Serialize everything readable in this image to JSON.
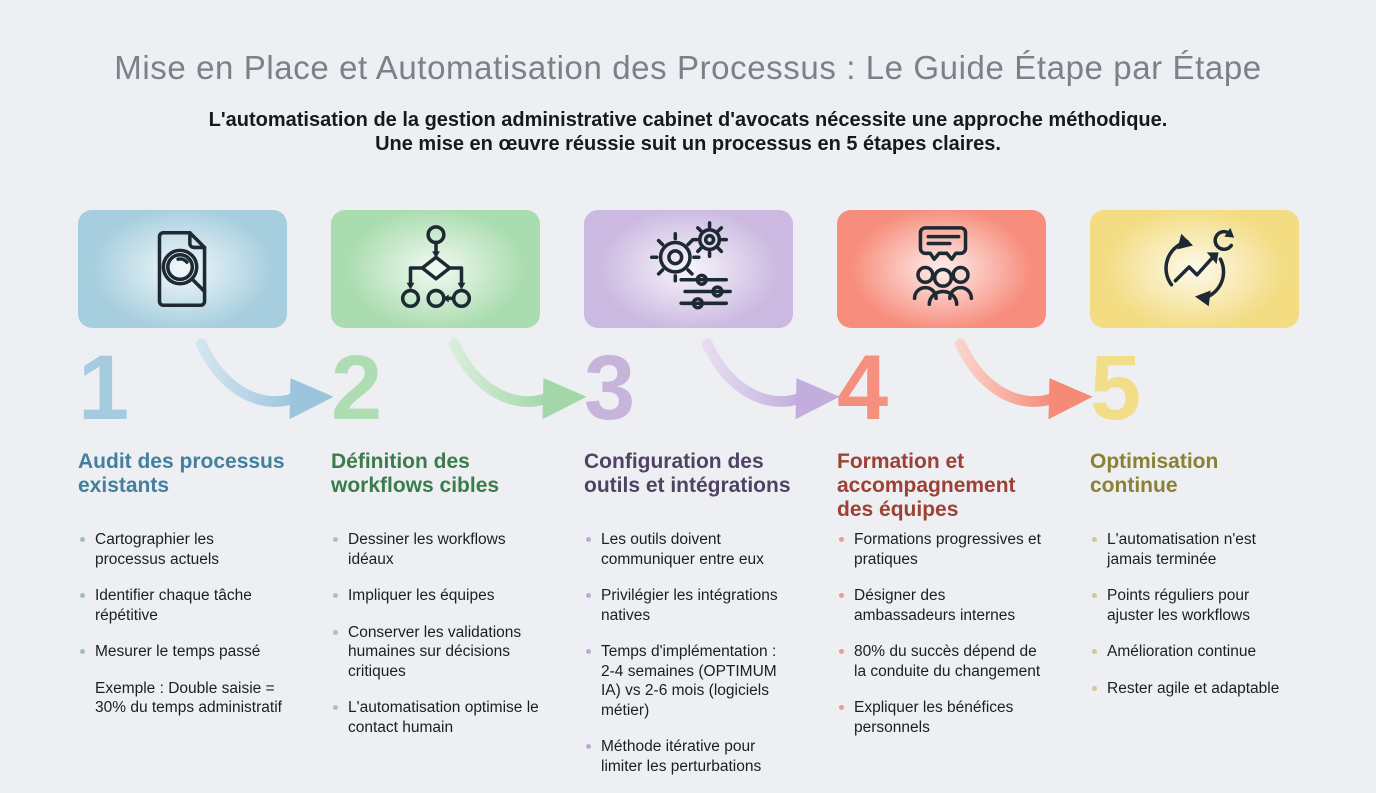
{
  "page": {
    "background_color": "#edeff2",
    "title": "Mise en Place et Automatisation des Processus : Le Guide Étape par Étape",
    "title_color": "#7b818b",
    "subtitle_line1": "L'automatisation de la gestion administrative cabinet d'avocats nécessite une approche méthodique.",
    "subtitle_line2": "Une mise en œuvre réussie suit un processus en 5 étapes claires.",
    "subtitle_color": "#17191c",
    "icon_stroke_color": "#1e2a33"
  },
  "steps": [
    {
      "number": "1",
      "heading": "Audit des processus existants",
      "icon": "document-search-icon",
      "colors": {
        "box": "#a6cede",
        "number": "#a6cbdf",
        "heading": "#41809f",
        "arrow_from": "#d3e5ef",
        "arrow_to": "#9cc5dd",
        "dot": "#9fb9c6"
      },
      "bullets": [
        {
          "text": "Cartographier les processus actuels",
          "dot": true
        },
        {
          "text": "Identifier chaque tâche répétitive",
          "dot": true
        },
        {
          "text": "Mesurer le temps passé",
          "dot": true
        },
        {
          "text": "Exemple : Double saisie = 30% du temps administratif",
          "dot": false
        }
      ]
    },
    {
      "number": "2",
      "heading": "Définition des workflows cibles",
      "icon": "workflow-flowchart-icon",
      "colors": {
        "box": "#a9dcae",
        "number": "#afddb3",
        "heading": "#3b7c4c",
        "arrow_from": "#d8eeda",
        "arrow_to": "#a3d7a9",
        "dot": "#a5c9a8"
      },
      "bullets": [
        {
          "text": "Dessiner les workflows idéaux",
          "dot": true
        },
        {
          "text": "Impliquer les équipes",
          "dot": true
        },
        {
          "text": "Conserver les validations humaines sur décisions critiques",
          "dot": true
        },
        {
          "text": "L'automatisation optimise le contact humain",
          "dot": true
        }
      ]
    },
    {
      "number": "3",
      "heading": "Configuration des outils et intégrations",
      "icon": "gears-settings-icon",
      "colors": {
        "box": "#cbb9e1",
        "number": "#c6b4da",
        "heading": "#4f4364",
        "arrow_from": "#e6dcf1",
        "arrow_to": "#c2addc",
        "dot": "#b9abce"
      },
      "bullets": [
        {
          "text": "Les outils doivent communiquer entre eux",
          "dot": true
        },
        {
          "text": "Privilégier les intégrations natives",
          "dot": true
        },
        {
          "text": "Temps d'implémentation : 2-4 semaines (OPTIMUM IA) vs 2-6 mois (logiciels métier)",
          "dot": true
        },
        {
          "text": "Méthode itérative pour limiter les perturbations",
          "dot": true
        }
      ]
    },
    {
      "number": "4",
      "heading": "Formation et accompagnement des équipes",
      "icon": "team-chat-icon",
      "colors": {
        "box": "#f78d7c",
        "number": "#f6907e",
        "heading": "#9c4134",
        "arrow_from": "#fbd3ca",
        "arrow_to": "#f58a77",
        "dot": "#e59e91"
      },
      "bullets": [
        {
          "text": "Formations progressives et pratiques",
          "dot": true
        },
        {
          "text": "Désigner des ambassadeurs internes",
          "dot": true
        },
        {
          "text": "80% du succès dépend de la conduite du changement",
          "dot": true
        },
        {
          "text": "Expliquer les bénéfices personnels",
          "dot": true
        }
      ]
    },
    {
      "number": "5",
      "heading": "Optimisation continue",
      "icon": "continuous-optimization-icon",
      "colors": {
        "box": "#f3dc82",
        "number": "#f2dd88",
        "heading": "#8a8136",
        "arrow_from": "#f3dc82",
        "arrow_to": "#f3dc82",
        "dot": "#d6c98b"
      },
      "bullets": [
        {
          "text": "L'automatisation n'est jamais terminée",
          "dot": true
        },
        {
          "text": "Points réguliers pour ajuster les workflows",
          "dot": true
        },
        {
          "text": "Amélioration continue",
          "dot": true
        },
        {
          "text": "Rester agile et adaptable",
          "dot": true
        }
      ]
    }
  ]
}
